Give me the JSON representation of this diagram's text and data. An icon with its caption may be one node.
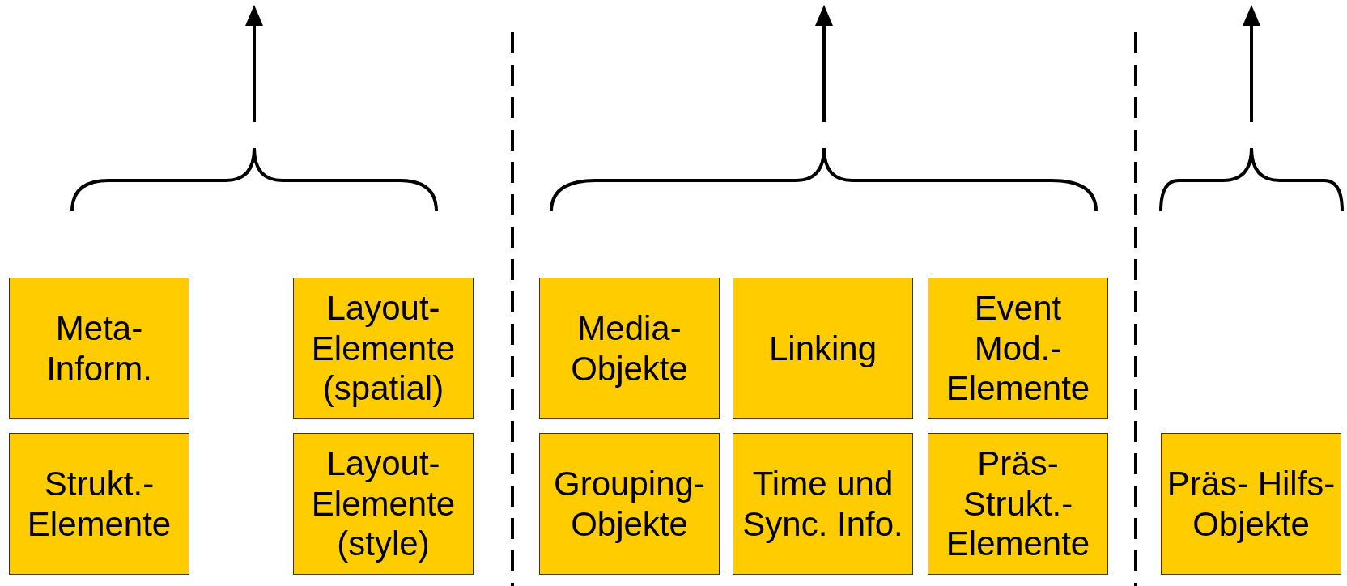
{
  "diagram": {
    "nodes": [
      {
        "text": [
          "Meta- Inform."
        ]
      },
      {
        "text": [
          "Layout- Elemente (spatial)"
        ]
      },
      {
        "text": [
          "Media- Objekte"
        ]
      },
      {
        "text": [
          "Linking"
        ]
      },
      {
        "text": [
          "Event Mod.- Elemente"
        ]
      },
      {
        "text": [
          "Strukt.- Elemente"
        ]
      },
      {
        "text": [
          "Layout- Elemente (style)"
        ]
      },
      {
        "text": [
          "Grouping- Objekte"
        ]
      },
      {
        "text": [
          "Time und Sync. Info."
        ]
      },
      {
        "text": [
          "Präs- Strukt.- Elemente"
        ]
      },
      {
        "text": [
          "Präs- Hilfs- Objekte"
        ]
      }
    ]
  }
}
